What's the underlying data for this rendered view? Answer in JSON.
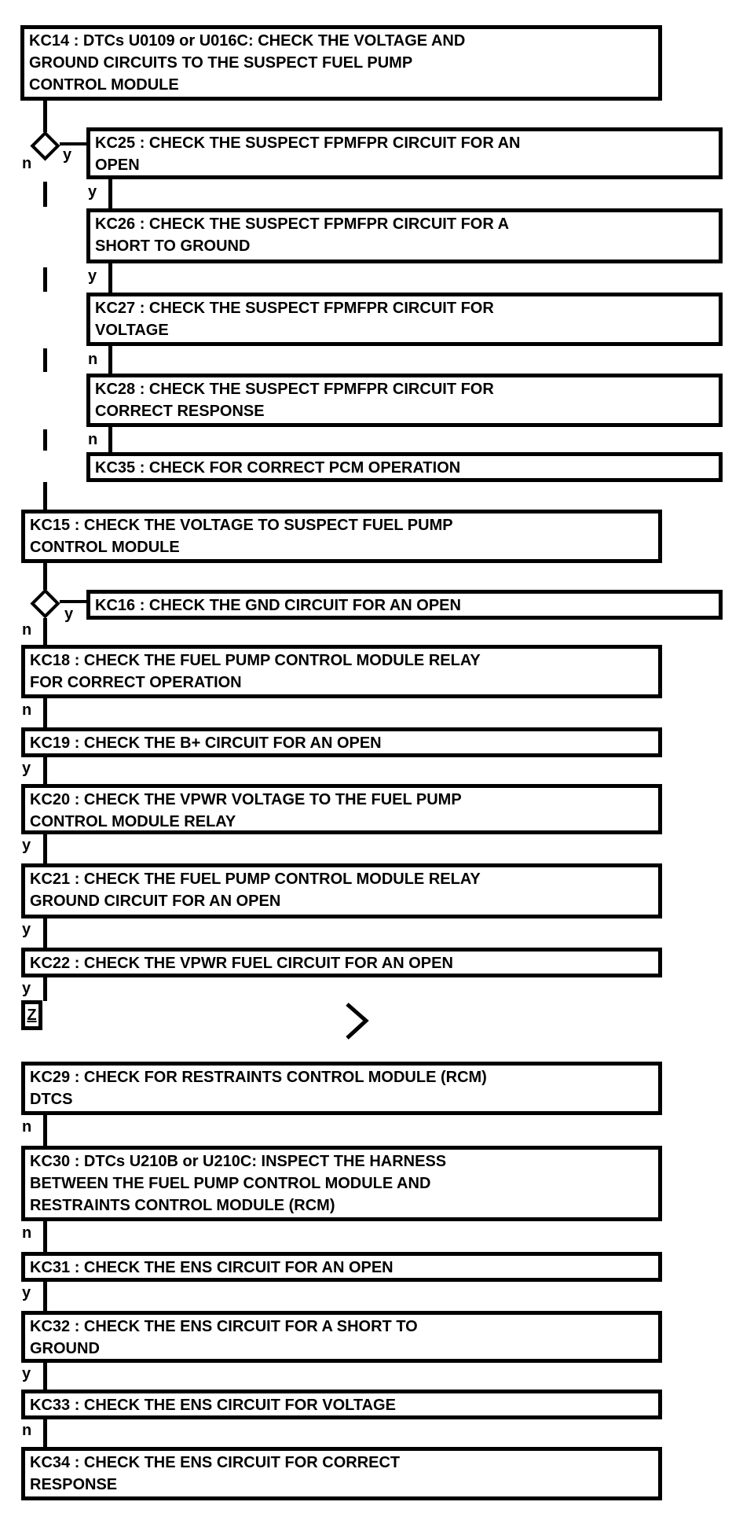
{
  "flowchart": {
    "background": "#ffffff",
    "line_color": "#000000",
    "nodes": {
      "kc14": "KC14 : DTCs U0109 or U016C: CHECK THE VOLTAGE AND\nGROUND CIRCUITS TO THE SUSPECT FUEL PUMP\nCONTROL MODULE",
      "kc25": "KC25 : CHECK THE SUSPECT FPMFPR CIRCUIT FOR AN\nOPEN",
      "kc26": "KC26 : CHECK THE SUSPECT FPMFPR CIRCUIT FOR A\nSHORT TO GROUND",
      "kc27": "KC27 : CHECK THE SUSPECT FPMFPR CIRCUIT FOR\nVOLTAGE",
      "kc28": "KC28 : CHECK THE SUSPECT FPMFPR CIRCUIT FOR\nCORRECT RESPONSE",
      "kc35": "KC35 : CHECK FOR CORRECT PCM OPERATION",
      "kc15": "KC15 : CHECK THE VOLTAGE TO SUSPECT FUEL PUMP\nCONTROL MODULE",
      "kc16": "KC16 : CHECK THE GND CIRCUIT FOR AN OPEN",
      "kc18": "KC18 : CHECK THE FUEL PUMP CONTROL MODULE RELAY\nFOR CORRECT OPERATION",
      "kc19": "KC19 : CHECK THE B+ CIRCUIT FOR AN OPEN",
      "kc20": "KC20 : CHECK THE VPWR VOLTAGE TO THE FUEL PUMP\nCONTROL MODULE RELAY",
      "kc21": "KC21 : CHECK THE FUEL PUMP CONTROL MODULE RELAY\nGROUND CIRCUIT FOR AN OPEN",
      "kc22": "KC22 : CHECK THE VPWR FUEL CIRCUIT FOR AN OPEN",
      "kc29": "KC29 : CHECK FOR RESTRAINTS CONTROL MODULE (RCM)\nDTCS",
      "kc30": "KC30 : DTCs U210B or U210C: INSPECT THE HARNESS\nBETWEEN THE FUEL PUMP CONTROL MODULE AND\nRESTRAINTS CONTROL MODULE (RCM)",
      "kc31": "KC31 : CHECK THE ENS CIRCUIT FOR AN OPEN",
      "kc32": "KC32 : CHECK THE ENS CIRCUIT FOR A SHORT TO\nGROUND",
      "kc33": "KC33 : CHECK THE ENS CIRCUIT FOR VOLTAGE",
      "kc34": "KC34 : CHECK THE ENS CIRCUIT FOR CORRECT\nRESPONSE"
    },
    "branch_labels": {
      "d1_n": "n",
      "d1_y": "y",
      "kc25_out": "y",
      "kc26_out": "y",
      "kc27_out": "n",
      "kc28_out": "n",
      "d2_n": "n",
      "d2_y": "y",
      "kc18_out": "n",
      "kc19_out": "y",
      "kc20_out": "y",
      "kc21_out": "y",
      "kc22_out": "y",
      "kc29_out": "n",
      "kc30_out": "n",
      "kc31_out": "y",
      "kc32_out": "y",
      "kc33_out": "n"
    },
    "offpage_connector": "Z"
  }
}
